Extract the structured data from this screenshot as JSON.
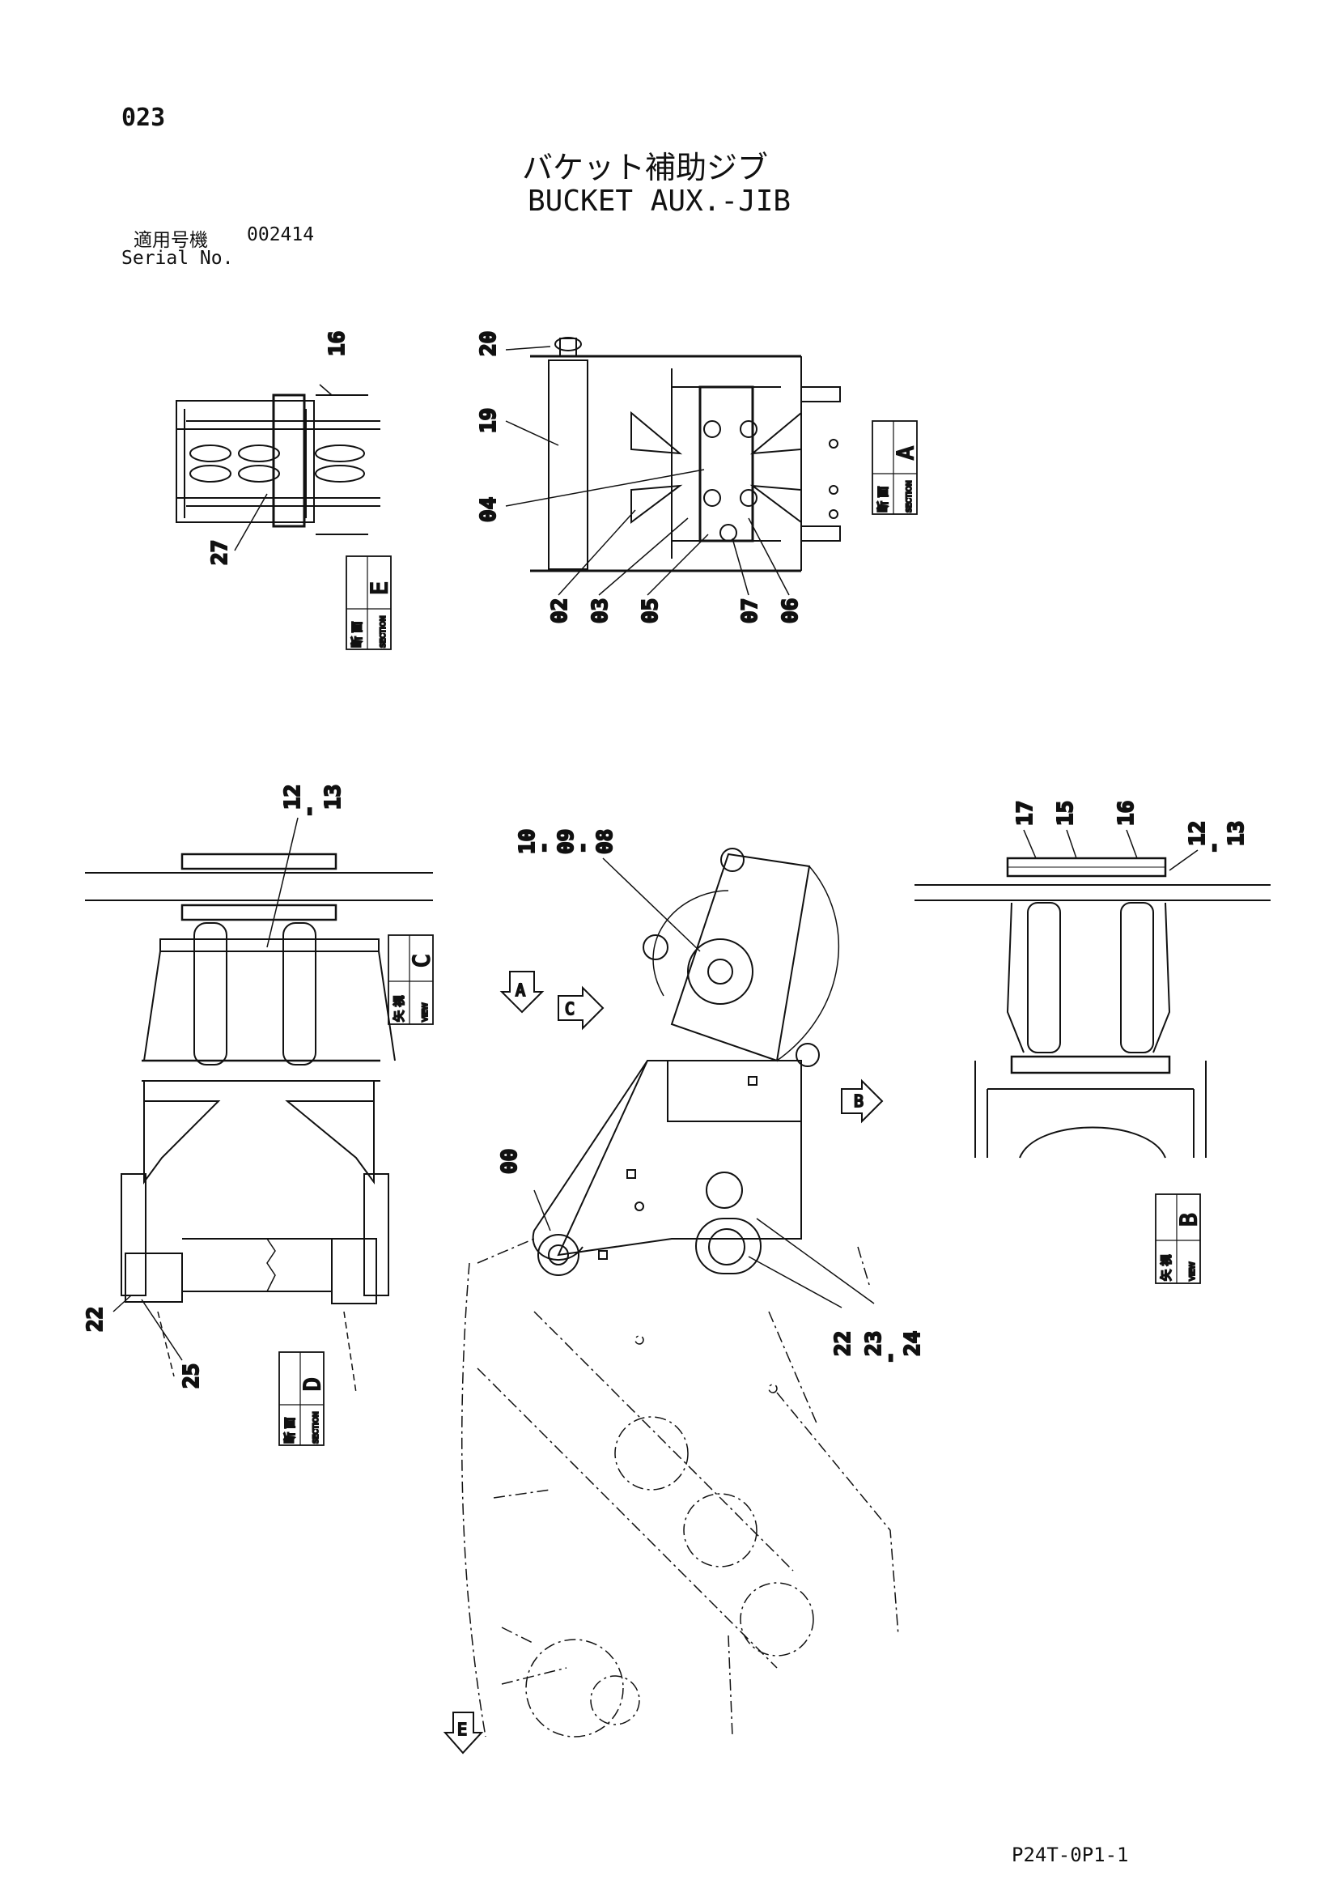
{
  "header": {
    "page_no": "023",
    "title_ja": "バケット補助ジブ",
    "title_en": "BUCKET AUX.-JIB",
    "serial_label_ja": "適用号機",
    "serial_value": "002414",
    "serial_label_en": "Serial No."
  },
  "footer": {
    "drawing_code": "P24T-0P1-1"
  },
  "views": {
    "section_a": {
      "kanji": "断 面",
      "caption": "SECTION",
      "letter": "A"
    },
    "section_e": {
      "kanji": "断 面",
      "caption": "SECTION",
      "letter": "E"
    },
    "view_c": {
      "kanji": "矢 視",
      "caption": "VIEW",
      "letter": "C"
    },
    "section_d": {
      "kanji": "断 面",
      "caption": "SECTION",
      "letter": "D"
    },
    "view_b": {
      "kanji": "矢 視",
      "caption": "VIEW",
      "letter": "B"
    }
  },
  "arrow_letters": {
    "a": "A",
    "b": "B",
    "c": "C",
    "e": "E"
  },
  "parts": {
    "p00": "00",
    "p02": "02",
    "p03": "03",
    "p04": "04",
    "p05": "05",
    "p06": "06",
    "p07": "07",
    "p08": "08",
    "p09": "09",
    "p10": "10",
    "p12": "12",
    "p13": "13",
    "p15": "15",
    "p16": "16",
    "p17": "17",
    "p19": "19",
    "p20": "20",
    "p22": "22",
    "p23": "23",
    "p24": "24",
    "p25": "25",
    "p27": "27",
    "dash": "-"
  }
}
